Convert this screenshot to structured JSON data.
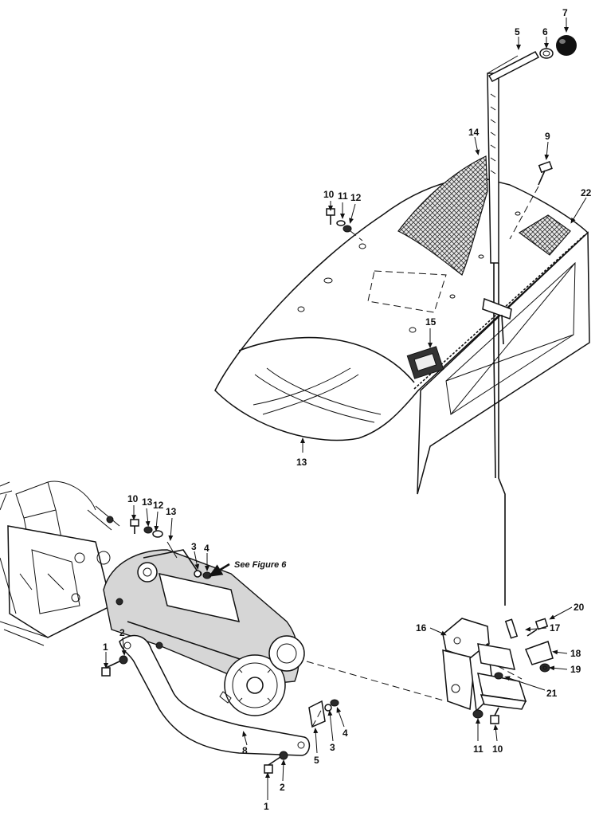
{
  "note": "See Figure 6",
  "callouts": {
    "c1a": "1",
    "c2a": "2",
    "c3a": "3",
    "c4a": "4",
    "c1b": "1",
    "c2b": "2",
    "c3b": "3",
    "c4b": "4",
    "c5b": "5",
    "c5": "5",
    "c6": "6",
    "c7": "7",
    "c8": "8",
    "c9": "9",
    "c10a": "10",
    "c11a": "11",
    "c12a": "12",
    "c10b": "10",
    "c13b": "13",
    "c12b": "12",
    "c13c": "13",
    "c13a": "13",
    "c14": "14",
    "c15": "15",
    "c16": "16",
    "c17": "17",
    "c18": "18",
    "c19": "19",
    "c20": "20",
    "c21": "21",
    "c22": "22",
    "c11c": "11",
    "c10c": "10"
  }
}
